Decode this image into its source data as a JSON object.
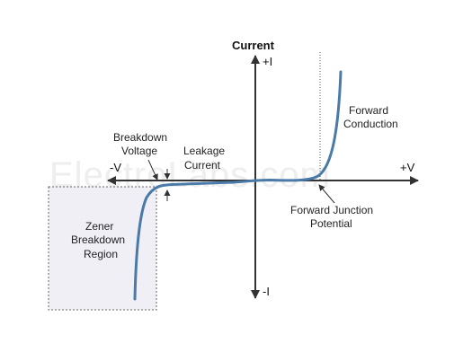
{
  "diagram": {
    "watermark": "ElectroLabs.com",
    "y_axis_title": "Current",
    "y_pos_label": "+I",
    "y_neg_label": "-I",
    "x_pos_label": "+V",
    "x_neg_label": "-V",
    "annotations": {
      "forward_conduction": [
        "Forward",
        "Conduction"
      ],
      "breakdown_voltage": [
        "Breakdown",
        "Voltage"
      ],
      "leakage_current": [
        "Leakage",
        "Current"
      ],
      "forward_junction_potential": [
        "Forward Junction",
        "Potential"
      ],
      "zener_region": [
        "Zener",
        "Breakdown",
        "Region"
      ]
    },
    "colors": {
      "curve": "#4a7aa8",
      "axis": "#333333",
      "region_fill": "#f1eff6",
      "region_border": "#666666"
    }
  }
}
